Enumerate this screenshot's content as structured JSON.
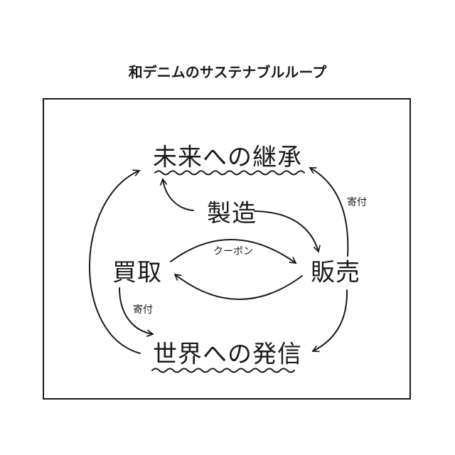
{
  "title": "和デニムのサステナブルループ",
  "nodes": {
    "future": "未来への継承",
    "manufacturing": "製造",
    "buyback": "買取",
    "sales": "販売",
    "world": "世界への発信"
  },
  "edge_labels": {
    "coupon": "クーポン",
    "donation_right": "寄付",
    "donation_left": "寄付"
  },
  "colors": {
    "ink": "#1a1a1a",
    "background": "#ffffff"
  }
}
